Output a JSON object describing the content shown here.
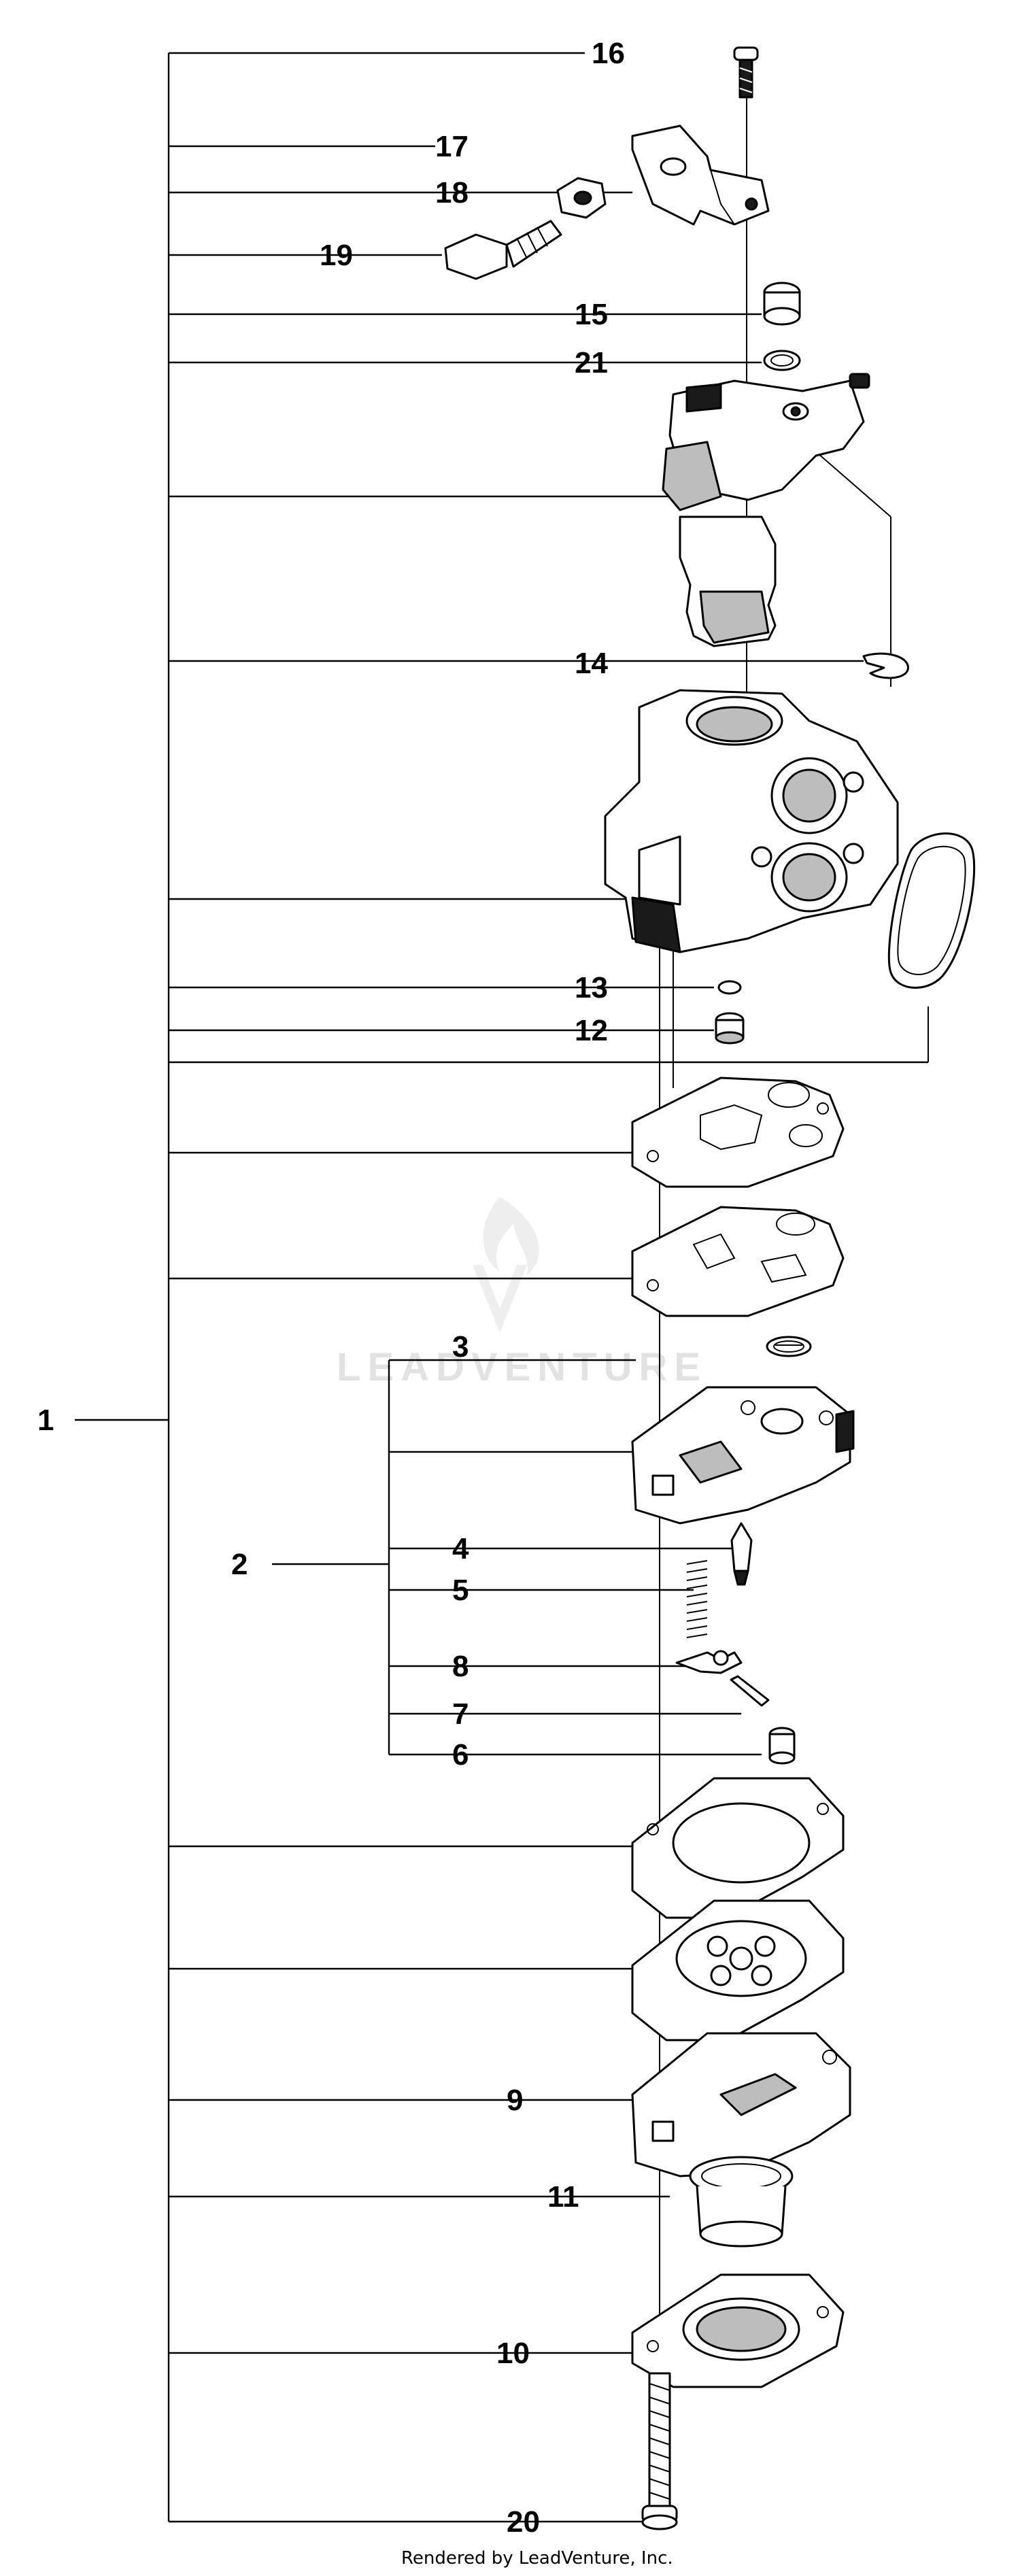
{
  "diagram": {
    "callouts": {
      "c1": "1",
      "c2": "2",
      "c3": "3",
      "c4": "4",
      "c5": "5",
      "c6": "6",
      "c7": "7",
      "c8": "8",
      "c9": "9",
      "c10": "10",
      "c11": "11",
      "c12": "12",
      "c13": "13",
      "c14": "14",
      "c15": "15",
      "c16": "16",
      "c17": "17",
      "c18": "18",
      "c19": "19",
      "c20": "20",
      "c21": "21"
    },
    "watermark": "LEADVENTURE",
    "footer": "Rendered by LeadVenture, Inc."
  }
}
